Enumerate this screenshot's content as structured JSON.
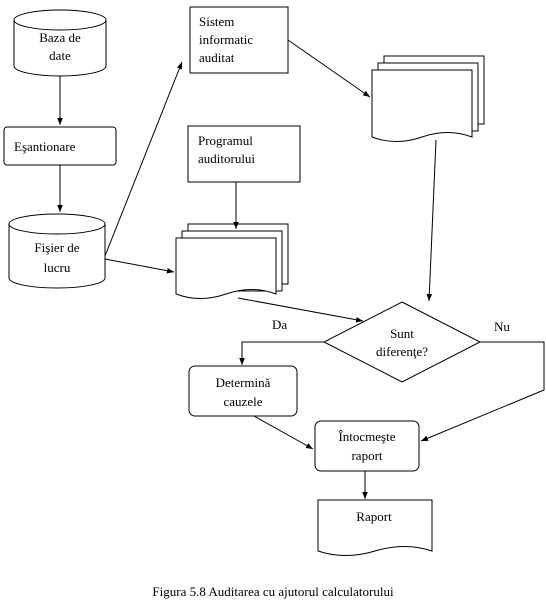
{
  "diagram": {
    "nodes": {
      "baza_de_date": [
        "Baza de",
        "date"
      ],
      "esantionare": [
        "Eşantionare"
      ],
      "fisier_de_lucru": [
        "Fişier de",
        "lucru"
      ],
      "sistem_informatic": [
        "Sistem",
        "informatic",
        "auditat"
      ],
      "programul_auditorului": [
        "Programul",
        "auditorului"
      ],
      "sunt_diferente": [
        "Sunt",
        "diferenţe?"
      ],
      "determina_cauzele": [
        "Determină",
        "cauzele"
      ],
      "intocmeste_raport": [
        "Întocmeşte",
        "raport"
      ],
      "raport": [
        "Raport"
      ]
    },
    "branch_labels": {
      "yes": "Da",
      "no": "Nu"
    }
  },
  "caption": "Figura 5.8 Auditarea cu ajutorul calculatorului"
}
